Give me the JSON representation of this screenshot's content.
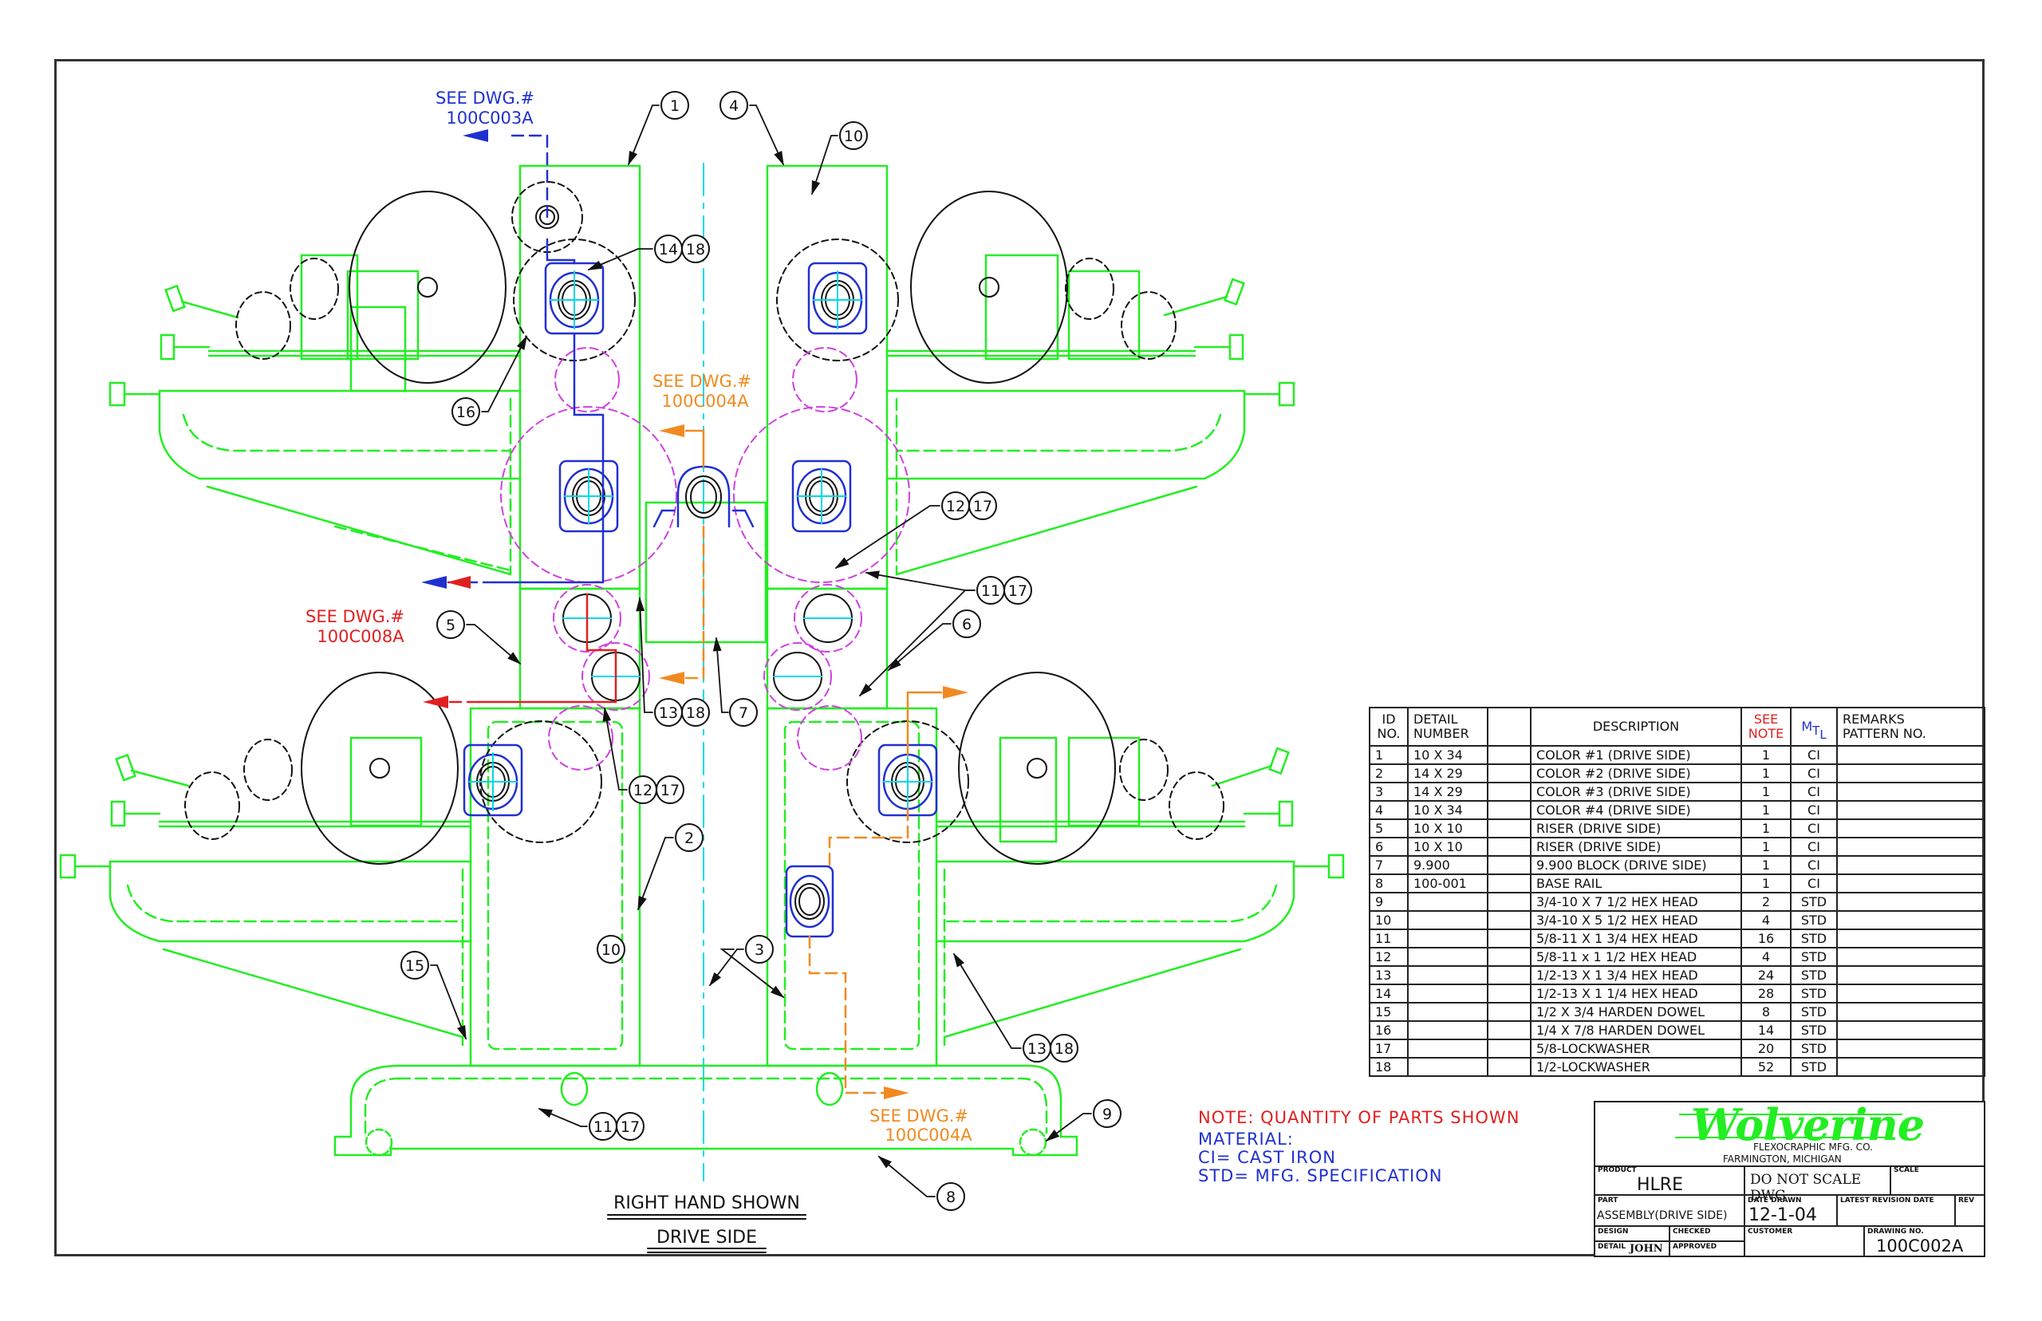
{
  "colors": {
    "frame": "#333333",
    "machine": "#22ee22",
    "centerline": "#00d8e8",
    "bearing": "#2030d0",
    "gear": "#d040e0",
    "outline": "#111111",
    "ref_blue": "#2030d0",
    "ref_orange": "#f08a20",
    "ref_red": "#e02020",
    "logo": "#22ee22"
  },
  "references": [
    {
      "prefix": "SEE DWG.#",
      "drawing": "100C003A",
      "color": "blue"
    },
    {
      "prefix": "SEE DWG.#",
      "drawing": "100C004A",
      "color": "orange"
    },
    {
      "prefix": "SEE DWG.#",
      "drawing": "100C008A",
      "color": "red"
    },
    {
      "prefix": "SEE DWG.#",
      "drawing": "100C004A",
      "color": "orange"
    }
  ],
  "balloons": [
    {
      "label": "1"
    },
    {
      "label": "4"
    },
    {
      "label": "10"
    },
    {
      "label": "14"
    },
    {
      "label": "18"
    },
    {
      "label": "16"
    },
    {
      "label": "12"
    },
    {
      "label": "17"
    },
    {
      "label": "11"
    },
    {
      "label": "17"
    },
    {
      "label": "5"
    },
    {
      "label": "6"
    },
    {
      "label": "7"
    },
    {
      "label": "13"
    },
    {
      "label": "18"
    },
    {
      "label": "12"
    },
    {
      "label": "17"
    },
    {
      "label": "2"
    },
    {
      "label": "3"
    },
    {
      "label": "10"
    },
    {
      "label": "15"
    },
    {
      "label": "13"
    },
    {
      "label": "18"
    },
    {
      "label": "11"
    },
    {
      "label": "17"
    },
    {
      "label": "9"
    },
    {
      "label": "8"
    }
  ],
  "view_labels": {
    "line1": "RIGHT HAND SHOWN",
    "line2": "DRIVE SIDE"
  },
  "bom": {
    "headers": {
      "id": [
        "ID",
        "NO."
      ],
      "detail": [
        "DETAIL",
        "NUMBER"
      ],
      "description": "DESCRIPTION",
      "see_note": [
        "SEE",
        "NOTE"
      ],
      "mtl": [
        "M",
        "T",
        "L"
      ],
      "remarks": [
        "REMARKS",
        "PATTERN NO."
      ]
    },
    "rows": [
      {
        "id": "1",
        "detail": "10 X 34",
        "description": "COLOR #1 (DRIVE SIDE)",
        "qty": "1",
        "mtl": "CI",
        "remarks": ""
      },
      {
        "id": "2",
        "detail": "14 X 29",
        "description": "COLOR #2 (DRIVE SIDE)",
        "qty": "1",
        "mtl": "CI",
        "remarks": ""
      },
      {
        "id": "3",
        "detail": "14 X 29",
        "description": "COLOR #3 (DRIVE SIDE)",
        "qty": "1",
        "mtl": "CI",
        "remarks": ""
      },
      {
        "id": "4",
        "detail": "10 X 34",
        "description": "COLOR #4 (DRIVE SIDE)",
        "qty": "1",
        "mtl": "CI",
        "remarks": ""
      },
      {
        "id": "5",
        "detail": "10 X 10",
        "description": "RISER (DRIVE SIDE)",
        "qty": "1",
        "mtl": "CI",
        "remarks": ""
      },
      {
        "id": "6",
        "detail": "10 X 10",
        "description": "RISER (DRIVE SIDE)",
        "qty": "1",
        "mtl": "CI",
        "remarks": ""
      },
      {
        "id": "7",
        "detail": "9.900",
        "description": "9.900 BLOCK (DRIVE SIDE)",
        "qty": "1",
        "mtl": "CI",
        "remarks": ""
      },
      {
        "id": "8",
        "detail": "100-001",
        "description": "BASE RAIL",
        "qty": "1",
        "mtl": "CI",
        "remarks": ""
      },
      {
        "id": "9",
        "detail": "",
        "description": "3/4-10 X 7 1/2 HEX HEAD",
        "qty": "2",
        "mtl": "STD",
        "remarks": ""
      },
      {
        "id": "10",
        "detail": "",
        "description": "3/4-10 X 5 1/2 HEX HEAD",
        "qty": "4",
        "mtl": "STD",
        "remarks": ""
      },
      {
        "id": "11",
        "detail": "",
        "description": "5/8-11 X 1 3/4 HEX HEAD",
        "qty": "16",
        "mtl": "STD",
        "remarks": ""
      },
      {
        "id": "12",
        "detail": "",
        "description": "5/8-11 x 1 1/2 HEX HEAD",
        "qty": "4",
        "mtl": "STD",
        "remarks": ""
      },
      {
        "id": "13",
        "detail": "",
        "description": "1/2-13 X 1 3/4 HEX HEAD",
        "qty": "24",
        "mtl": "STD",
        "remarks": ""
      },
      {
        "id": "14",
        "detail": "",
        "description": "1/2-13 X 1 1/4 HEX HEAD",
        "qty": "28",
        "mtl": "STD",
        "remarks": ""
      },
      {
        "id": "15",
        "detail": "",
        "description": "1/2 X 3/4 HARDEN DOWEL",
        "qty": "8",
        "mtl": "STD",
        "remarks": ""
      },
      {
        "id": "16",
        "detail": "",
        "description": "1/4 X 7/8 HARDEN DOWEL",
        "qty": "14",
        "mtl": "STD",
        "remarks": ""
      },
      {
        "id": "17",
        "detail": "",
        "description": "5/8-LOCKWASHER",
        "qty": "20",
        "mtl": "STD",
        "remarks": ""
      },
      {
        "id": "18",
        "detail": "",
        "description": "1/2-LOCKWASHER",
        "qty": "52",
        "mtl": "STD",
        "remarks": ""
      }
    ]
  },
  "notes": {
    "quantity": "NOTE: QUANTITY OF PARTS SHOWN",
    "material_title": "MATERIAL:",
    "material_ci": "CI= CAST IRON",
    "material_std": "STD= MFG. SPECIFICATION"
  },
  "title_block": {
    "logo": "Wolverine",
    "company": "FLEXOCRAPHIC MFG. CO.",
    "city": "FARMINGTON, MICHIGAN",
    "product_label": "PRODUCT",
    "product": "HLRE",
    "do_not_scale": "DO NOT SCALE DWG",
    "scale_label": "SCALE",
    "scale": "",
    "part_label": "PART",
    "part": "ASSEMBLY(DRIVE SIDE)",
    "date_drawn_label": "DATE DRAWN",
    "date_drawn": "12-1-04",
    "latest_rev_label": "LATEST REVISION DATE",
    "latest_rev": "",
    "rev_label": "REV",
    "rev": "",
    "design_label": "DESIGN",
    "checked_label": "CHECKED",
    "detail_label": "DETAIL",
    "detail": "JOHN",
    "approved_label": "APPROVED",
    "customer_label": "CUSTOMER",
    "customer": "",
    "drawing_no_label": "DRAWING NO.",
    "drawing_no": "100C002A"
  }
}
